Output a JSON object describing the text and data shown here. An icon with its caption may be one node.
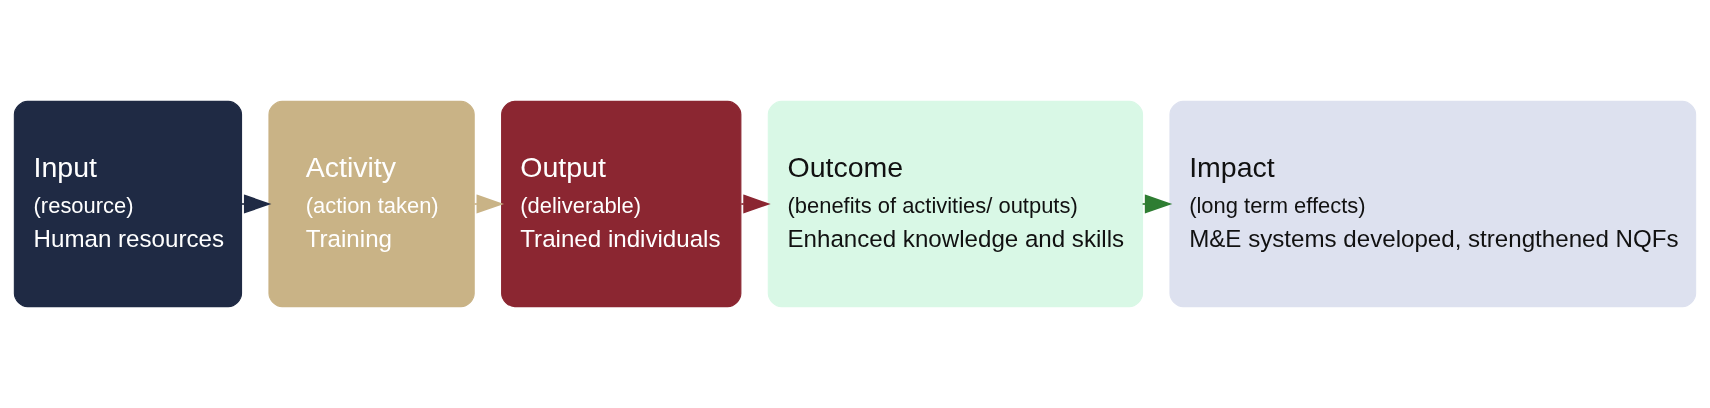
{
  "diagram": {
    "nodes": [
      {
        "text": [
          "Input",
          "(resource)",
          "Human resources"
        ]
      },
      {
        "text": [
          "Activity",
          "(action taken)",
          "Training"
        ]
      },
      {
        "text": [
          "Output",
          "(deliverable)",
          "Trained individuals"
        ]
      },
      {
        "text": [
          "Outcome",
          "(benefits of activities/ outputs)",
          "Enhanced knowledge and skills"
        ]
      },
      {
        "text": [
          "Impact",
          "(long term effects)",
          "M&E systems developed, strengthened NQFs"
        ]
      }
    ],
    "edges": [
      {
        "from": 0,
        "to": 1,
        "arrow": "to",
        "color": "#1f2a44"
      },
      {
        "from": 1,
        "to": 2,
        "arrow": "to",
        "color": "#c9b386"
      },
      {
        "from": 2,
        "to": 3,
        "arrow": "to",
        "color": "#8b2631"
      },
      {
        "from": 3,
        "to": 4,
        "arrow": "to",
        "color": "#2e7d32"
      }
    ]
  }
}
